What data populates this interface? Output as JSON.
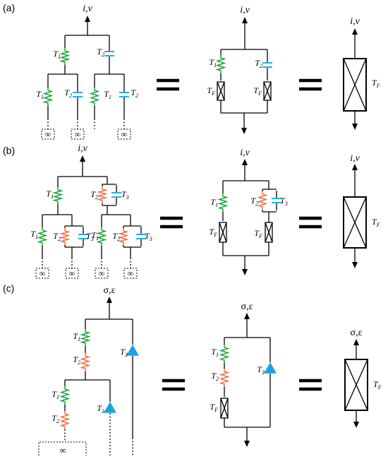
{
  "panels": [
    {
      "label": "(a)",
      "io_label": "i,v"
    },
    {
      "label": "(b)",
      "io_label": "i,v"
    },
    {
      "label": "(c)",
      "io_label": "σ,ε"
    }
  ],
  "element_labels": {
    "t1": "T",
    "t1_sub": "1",
    "t2": "T",
    "t2_sub": "2",
    "t3": "T",
    "t3_sub": "3",
    "tf": "T",
    "tf_sub": "F"
  },
  "infinity_symbol": "∞",
  "colors": {
    "spring_green": "#22a33a",
    "spring_orange": "#f0704a",
    "capacitor_blue": "#26b0dd",
    "triangle_blue": "#1ba3e0"
  }
}
